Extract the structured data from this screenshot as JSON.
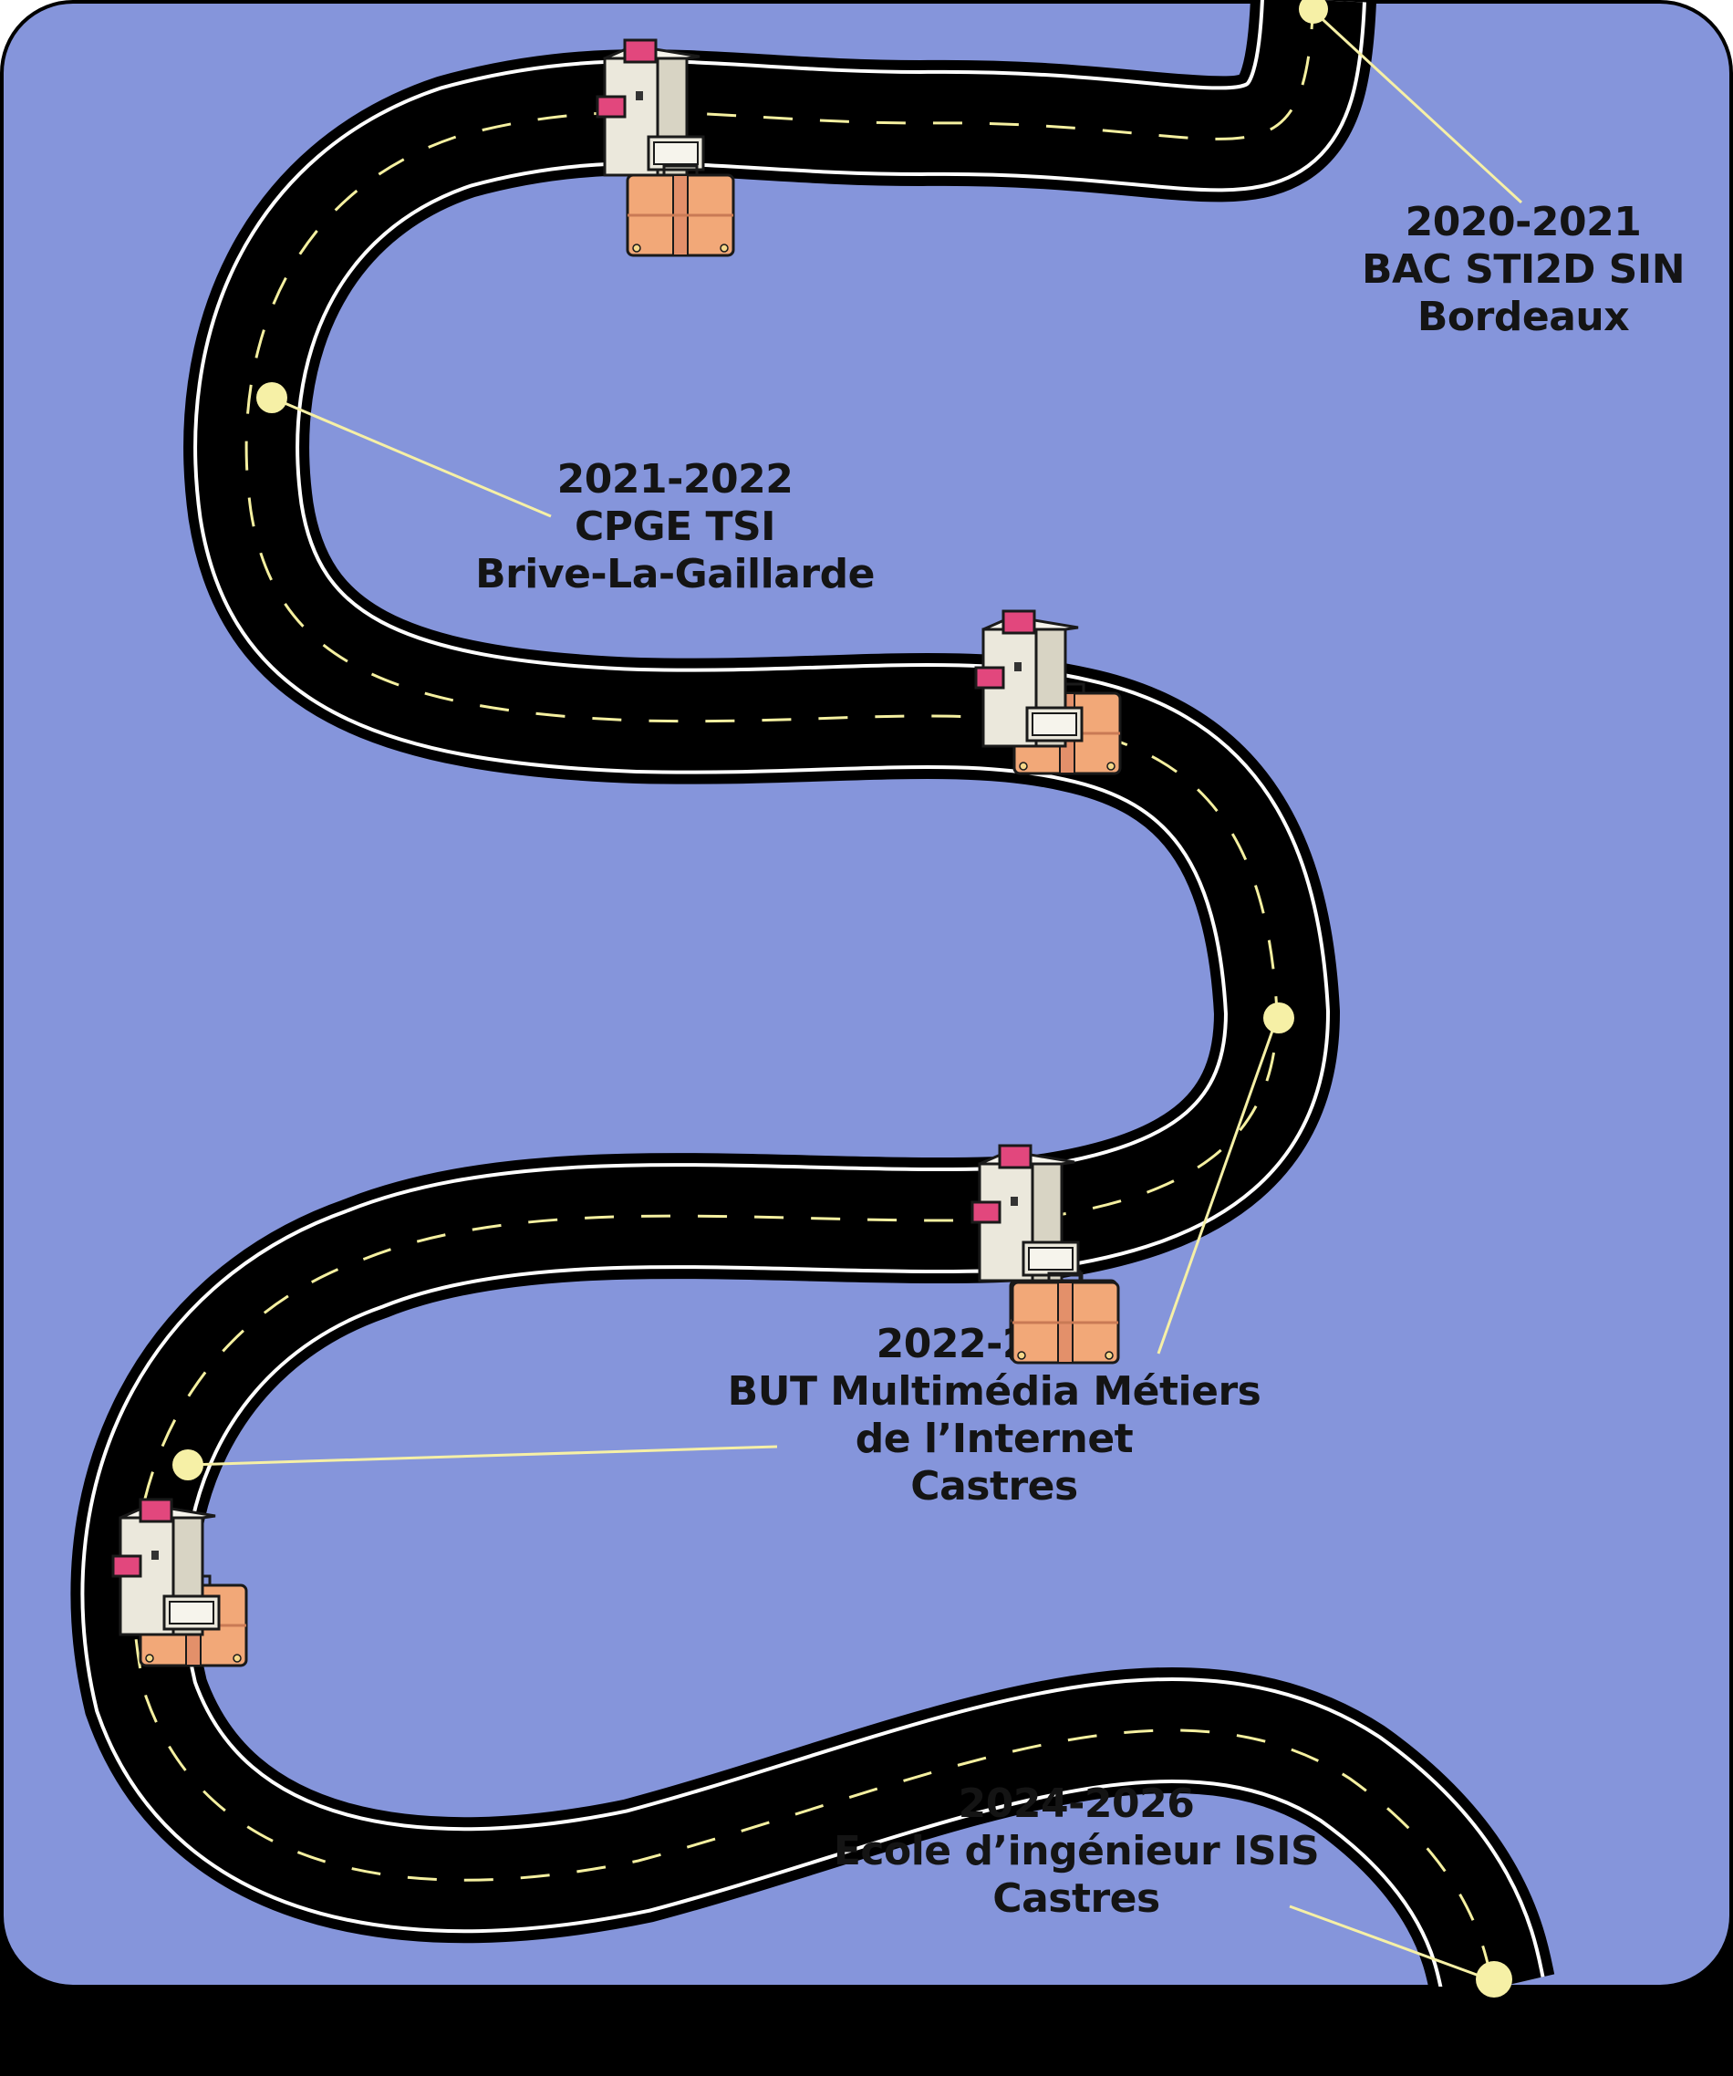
{
  "colors": {
    "background": "#8595db",
    "frame_shadow": "#000000",
    "road": "#000000",
    "road_edge": "#ffffff",
    "lane_marking": "#f5f0a0",
    "milestone_dot": "#f6f0a6",
    "connector": "#f6f0a6",
    "label_text": "#141414",
    "building": "#e8e4d8",
    "building_accent": "#e2477d",
    "suitcase": "#f2a878"
  },
  "milestones": [
    {
      "id": "m1",
      "years": "2020-2021",
      "title": "BAC STI2D SIN",
      "place": "Bordeaux"
    },
    {
      "id": "m2",
      "years": "2021-2022",
      "title": "CPGE TSI",
      "place": "Brive-La-Gaillarde"
    },
    {
      "id": "m3",
      "years": "2022-2024",
      "title": "BUT Multimédia Métiers",
      "title2": "de l’Internet",
      "place": "Castres"
    },
    {
      "id": "m4",
      "years": "2024-2026",
      "title": "Ecole d’ingénieur ISIS",
      "place": "Castres"
    }
  ],
  "icons": [
    "school-building-icon",
    "suitcase-icon"
  ]
}
